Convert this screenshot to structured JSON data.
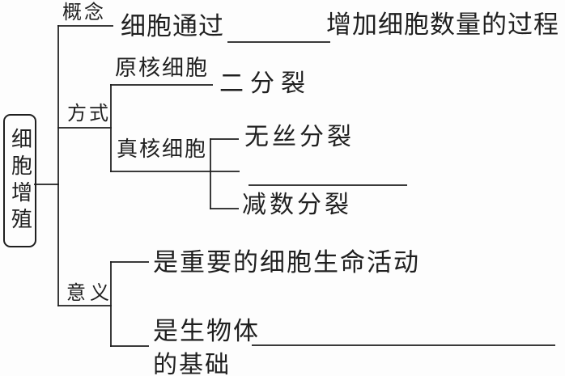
{
  "colors": {
    "ink": "#1f1f1f",
    "paper": "#fdfdfd"
  },
  "concept_map": {
    "root_label": "细胞增殖",
    "concept": {
      "label": "概念",
      "before_blank": "细胞通过",
      "after_blank": "增加细胞数量的过程"
    },
    "method": {
      "label": "方式",
      "prokaryote_label": "原核细胞",
      "prokaryote_value": "二分裂",
      "eukaryote_label": "真核细胞",
      "amitosis": "无丝分裂",
      "meiosis": "减数分裂"
    },
    "significance": {
      "label": "意义",
      "item_activity": "是重要的细胞生命活动",
      "item_basis_before_blank": "是生物体",
      "item_basis_suffix": "的基础"
    }
  }
}
